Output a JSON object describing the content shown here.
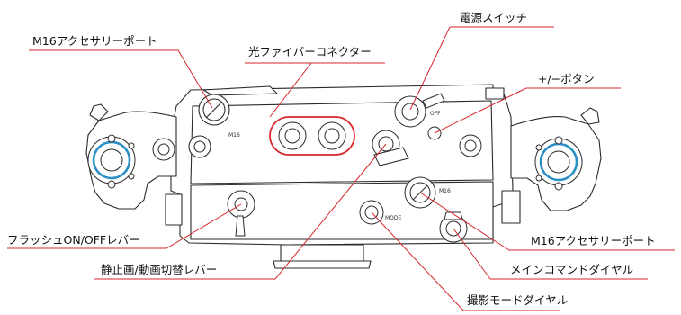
{
  "labels": {
    "power_switch": "電源スイッチ",
    "m16_port_top": "M16アクセサリーポート",
    "fiber_connector": "光ファイバーコネクター",
    "plus_minus_button": "+/−ボタン",
    "m16_port_bottom": "M16アクセサリーポート",
    "flash_lever": "フラッシュON/OFFレバー",
    "still_movie_lever": "静止画/動画切替レバー",
    "main_command_dial": "メインコマンドダイヤル",
    "shooting_mode_dial": "撮影モードダイヤル"
  },
  "housing_marks": {
    "m16_left": "M16",
    "m16_right": "M16",
    "off": "OFF",
    "mode": "MODE"
  },
  "colors": {
    "leader_line": "#d7262e",
    "fiber_highlight": "#d7262e",
    "mount_ring": "#2a8fc4",
    "housing_stroke": "#2b2b2b",
    "text": "#111111"
  }
}
